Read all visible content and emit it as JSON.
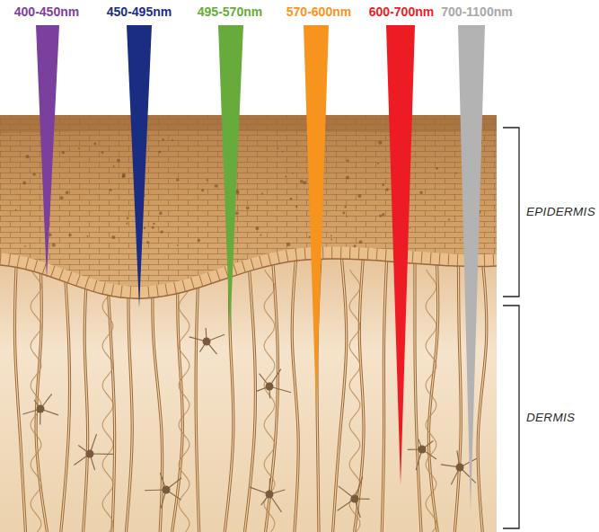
{
  "diagram": {
    "labels": [
      "400-450nm",
      "450-495nm",
      "495-570nm",
      "570-600nm",
      "600-700nm",
      "700-1100nm",
      "EPIDERMIS",
      "DERMIS"
    ]
  }
}
